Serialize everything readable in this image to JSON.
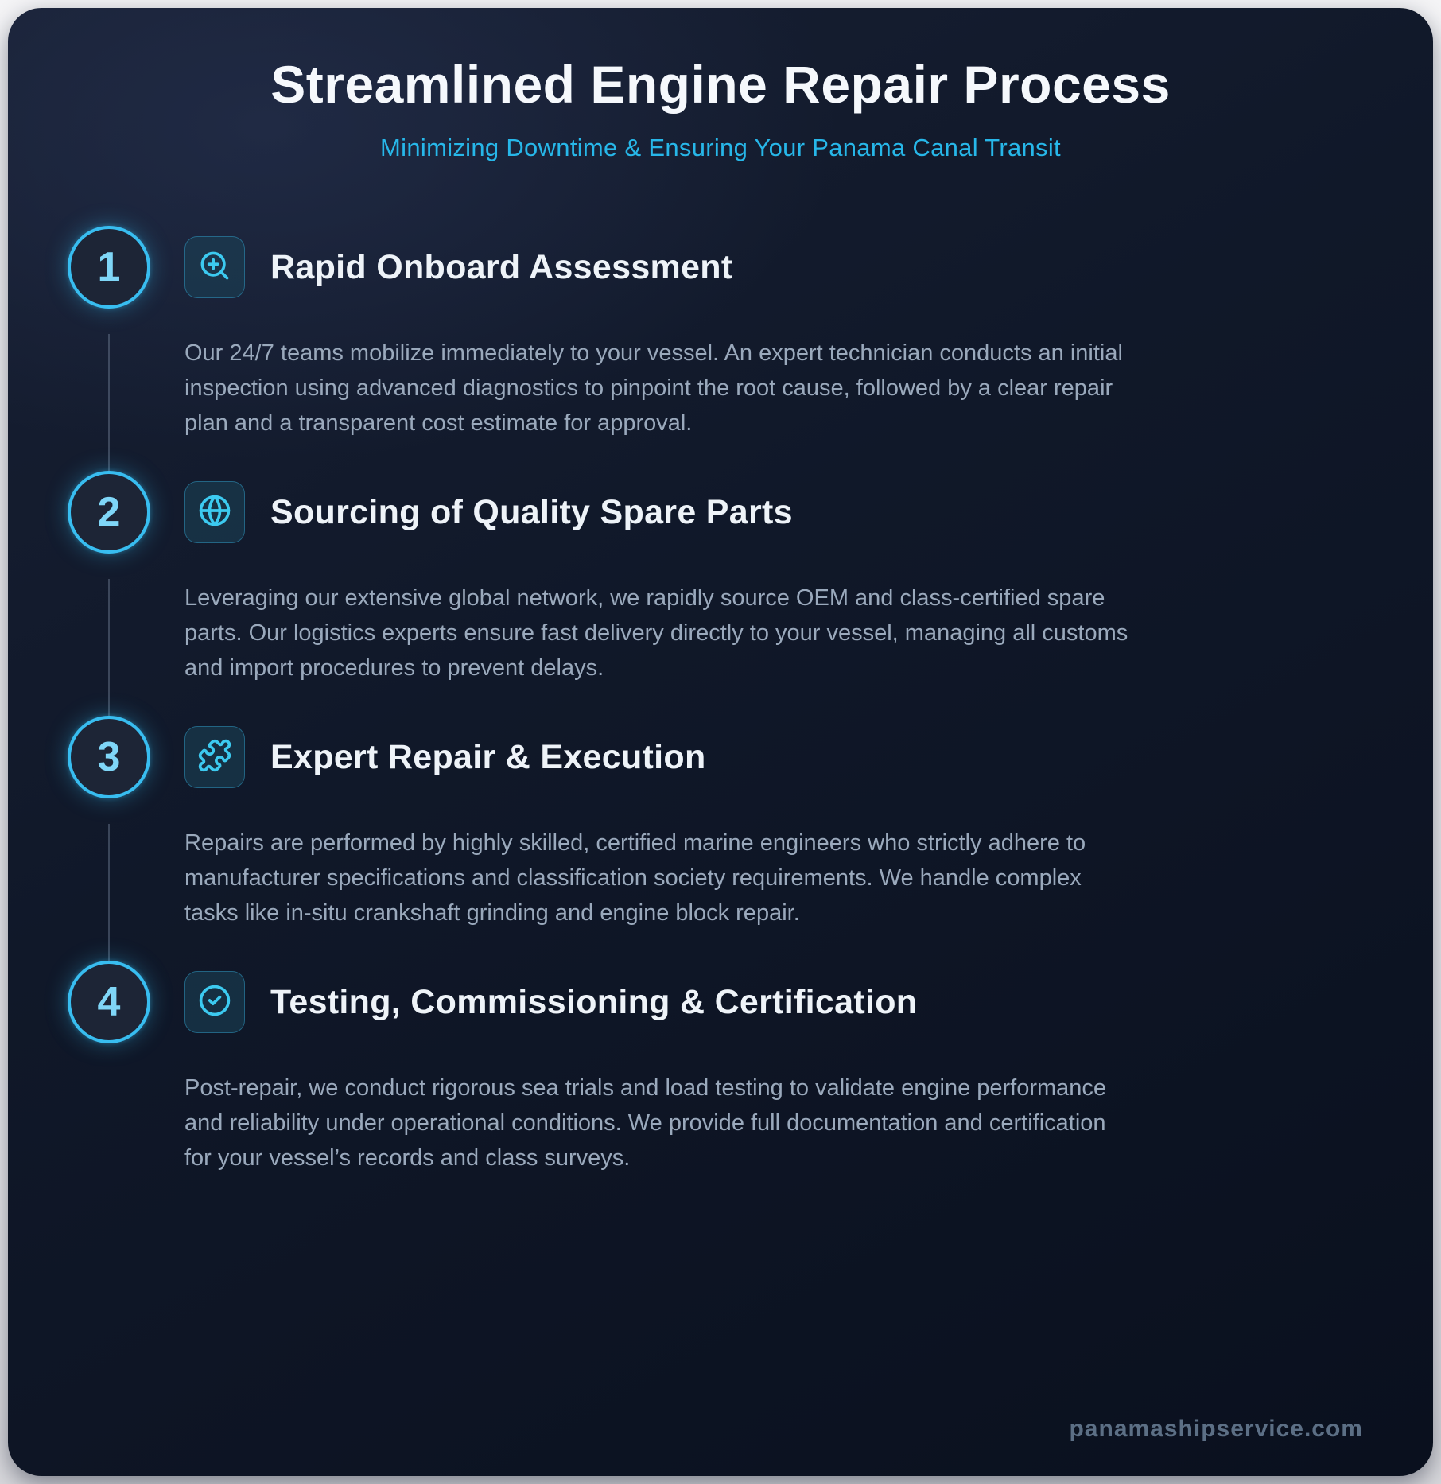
{
  "page": {
    "title": "Streamlined Engine Repair Process",
    "subtitle": "Minimizing Downtime & Ensuring Your Panama Canal Transit",
    "footer": "panamashipservice.com"
  },
  "colors": {
    "accent_cyan": "#38bdf0",
    "subtitle_cyan": "#27b7e9",
    "heading_white": "#eef3f8",
    "body_gray": "#9aa9bc",
    "card_navy": "#101829"
  },
  "steps": [
    {
      "number": "1",
      "icon": "zoom-in-icon",
      "title": "Rapid Onboard Assessment",
      "description": "Our 24/7 teams mobilize immediately to your vessel. An expert technician conducts an initial inspection using advanced diagnostics to pinpoint the root cause, followed by a clear repair plan and a transparent cost estimate for approval."
    },
    {
      "number": "2",
      "icon": "globe-icon",
      "title": "Sourcing of Quality Spare Parts",
      "description": "Leveraging our extensive global network, we rapidly source OEM and class-certified spare parts. Our logistics experts ensure fast delivery directly to your vessel, managing all customs and import procedures to prevent delays."
    },
    {
      "number": "3",
      "icon": "puzzle-icon",
      "title": "Expert Repair & Execution",
      "description": "Repairs are performed by highly skilled, certified marine engineers who strictly adhere to manufacturer specifications and classification society requirements. We handle complex tasks like in-situ crankshaft grinding and engine block repair."
    },
    {
      "number": "4",
      "icon": "check-circle-icon",
      "title": "Testing, Commissioning & Certification",
      "description": "Post-repair, we conduct rigorous sea trials and load testing to validate engine performance and reliability under operational conditions. We provide full documentation and certification for your vessel’s records and class surveys."
    }
  ]
}
